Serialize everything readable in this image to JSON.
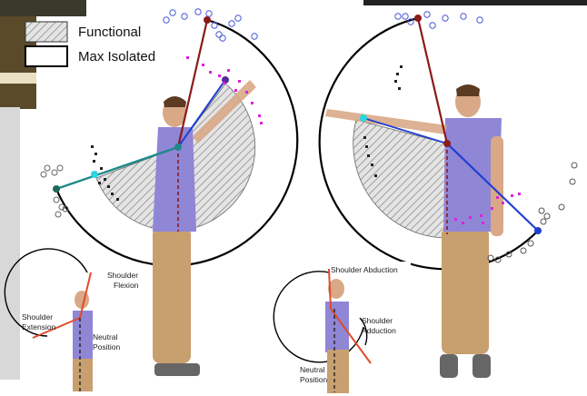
{
  "legend": {
    "functional_label": "Functional",
    "max_isolated_label": "Max Isolated"
  },
  "inset_left": {
    "shoulder_flexion": [
      "Shoulder",
      "Flexion"
    ],
    "shoulder_extension": [
      "Shoulder",
      "Extension"
    ],
    "neutral_position": [
      "Neutral",
      "Position"
    ]
  },
  "inset_right": {
    "shoulder_abduction": "Shoulder Abduction",
    "shoulder_adduction": [
      "Shoulder",
      "Adduction"
    ],
    "neutral_position": [
      "Neutral",
      "Position"
    ]
  },
  "colors": {
    "max_arc": "#000000",
    "functional_hatch": "#9a9a9a",
    "upper_arm_max": "#8b1a1a",
    "arm_blue": "#1f3fd1",
    "arm_teal": "#1f8a8a",
    "marker_pink": "#e020e0",
    "marker_cyan": "#27d6e0",
    "body_shirt": "#8f86d6",
    "body_pants": "#c8a070",
    "inset_red": "#e04a2a"
  }
}
